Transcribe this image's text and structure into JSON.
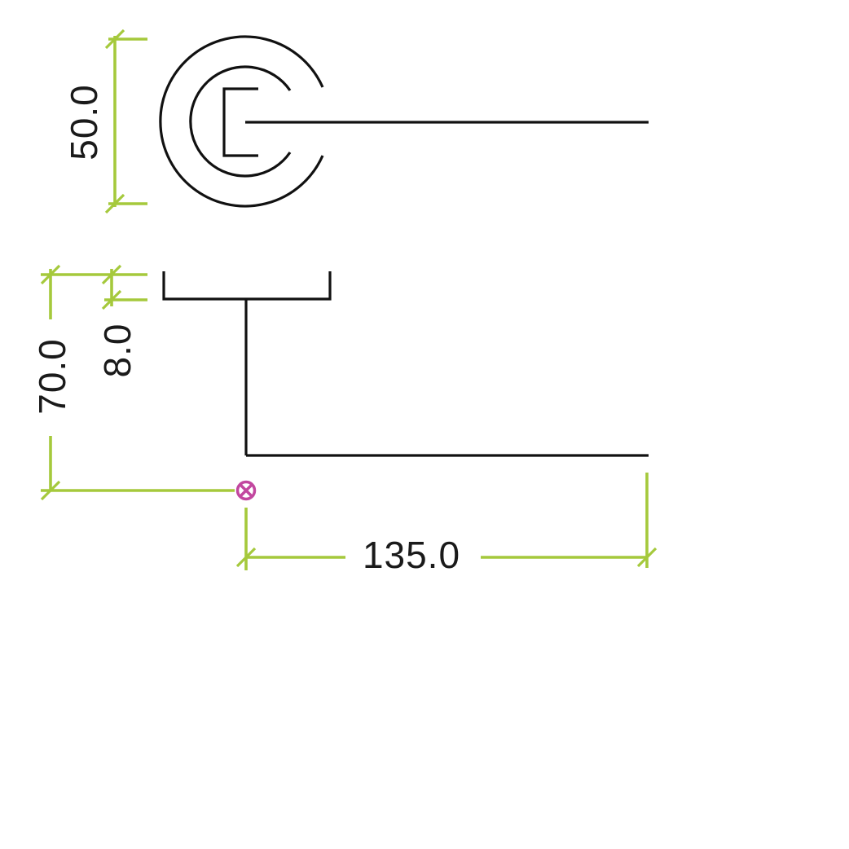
{
  "drawing": {
    "kind": "technical-drawing",
    "subject": "lever-door-handle-on-round-rose",
    "views": {
      "front_view": "handle front elevation with concentric rose circles, square spindle opening and lever arm",
      "side_view": "handle side profile with rose flange, neck and lever grip"
    }
  },
  "dimensions": {
    "rose_diameter": {
      "value": "50.0",
      "orientation": "vertical",
      "applies_to": "rose outer diameter (front view)"
    },
    "rose_depth": {
      "value": "8.0",
      "orientation": "vertical",
      "applies_to": "rose depth (side view)"
    },
    "projection": {
      "value": "70.0",
      "orientation": "vertical",
      "applies_to": "projection from rose top to handle centre (side view)"
    },
    "lever_length": {
      "value": "135.0",
      "orientation": "horizontal",
      "applies_to": "lever length from centre mark to grip end (side view)"
    }
  },
  "icons": {
    "center_mark": "circled-x-center-mark"
  },
  "colors": {
    "outline": "#111111",
    "dimension": "#a5c93c",
    "center": "#c2479f",
    "text": "#1a1a1a",
    "background": "#ffffff"
  }
}
